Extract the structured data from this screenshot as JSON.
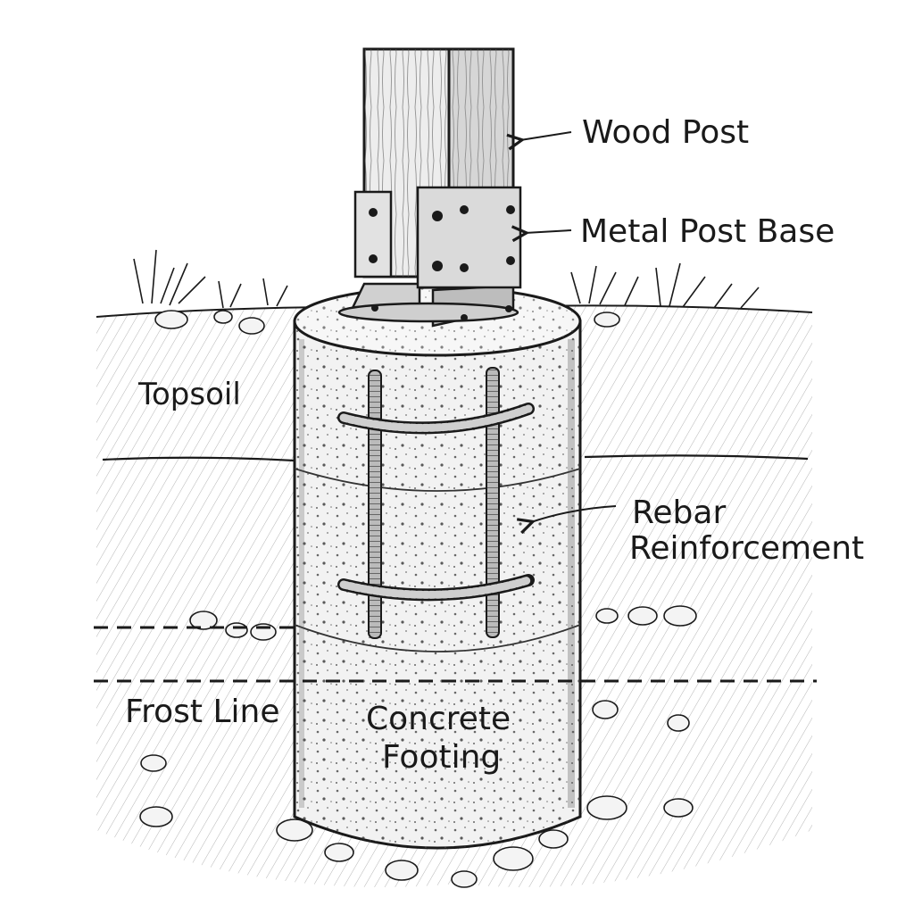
{
  "labels": {
    "wood_post": "Wood Post",
    "metal_post_base": "Metal Post Base",
    "topsoil": "Topsoil",
    "rebar_line1": "Rebar",
    "rebar_line2": "Reinforcement",
    "frost_line": "Frost Line",
    "concrete_line1": "Concrete",
    "concrete_line2": "Footing"
  },
  "colors": {
    "ink": "#1a1a1a",
    "paper": "#ffffff",
    "concrete": "#f2f2f2",
    "soil": "#e6e6e6",
    "wood": "#ededed",
    "metal": "#dcdcdc"
  }
}
